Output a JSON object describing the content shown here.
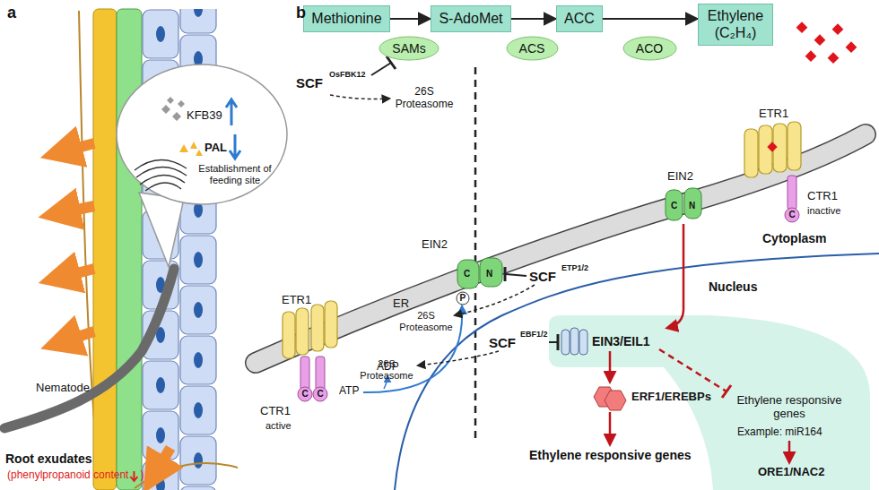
{
  "diagram": {
    "nodes": [
      {
        "text": [
          "KFB39",
          "PAL",
          "Establishment of feeding site"
        ]
      },
      {
        "text": [
          "Methionine"
        ]
      },
      {
        "text": [
          "S-AdoMet"
        ]
      },
      {
        "text": [
          "ACC"
        ]
      },
      {
        "text": [
          "Ethylene (C₂H₄)"
        ]
      },
      {
        "text": [
          "SAMs"
        ]
      },
      {
        "text": [
          "ACS"
        ]
      },
      {
        "text": [
          "ACO"
        ]
      }
    ],
    "edges": [
      {
        "from": 1,
        "to": 2,
        "arrow": "to"
      },
      {
        "from": 2,
        "to": 3,
        "arrow": "to"
      },
      {
        "from": 3,
        "to": 4,
        "arrow": "to"
      }
    ],
    "labels": [
      "a",
      "b",
      "Nematode",
      "Root exudates",
      "(phenylpropanoid content",
      ")",
      "SCF",
      "OsFBK12",
      "26S Proteasome",
      "ETR1",
      "C",
      "C",
      "CTR1",
      "active",
      "ATP",
      "ADP",
      "P",
      "EIN2",
      "C",
      "N",
      "ER",
      "SCF",
      "ETP1/2",
      "26S Proteasome",
      "EIN2",
      "C",
      "N",
      "ETR1",
      "C",
      "CTR1",
      "inactive",
      "Cytoplasm",
      "Nucleus",
      "SCF",
      "EBF1/2",
      "26S Proteasome",
      "EIN3/EIL1",
      "ERF1/EREBPs",
      "Ethylene responsive genes",
      "Ethylene responsive genes",
      "Example: miR164",
      "ORE1/NAC2"
    ]
  }
}
